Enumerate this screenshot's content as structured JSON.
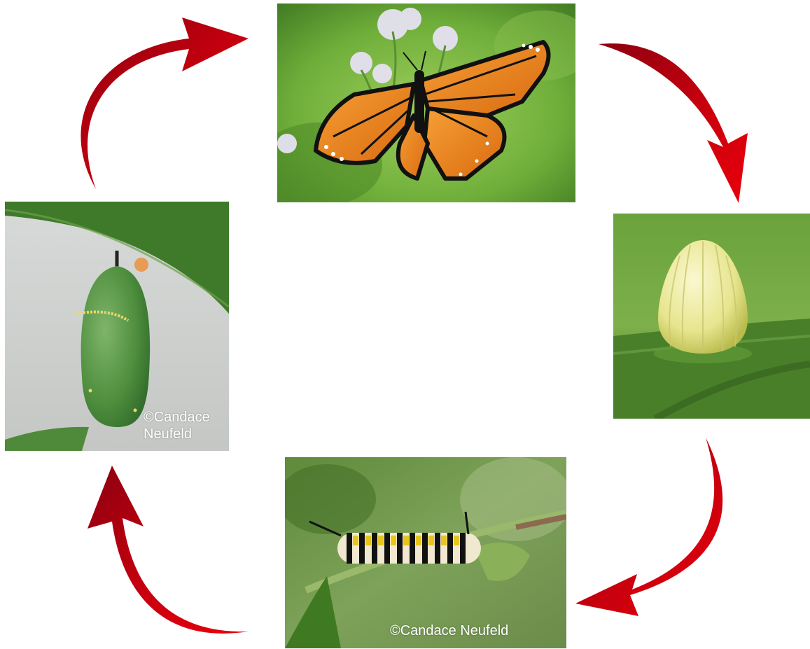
{
  "stages": [
    {
      "id": "adult",
      "icon": "butterfly-photo"
    },
    {
      "id": "egg",
      "icon": "egg-photo"
    },
    {
      "id": "larva",
      "icon": "caterpillar-photo"
    },
    {
      "id": "pupa",
      "icon": "chrysalis-photo"
    }
  ],
  "credits": {
    "chrysalis": "©Candace Neufeld",
    "caterpillar": "©Candace Neufeld"
  },
  "colors": {
    "arrow_light": "#e8000b",
    "arrow_dark": "#8c0010",
    "leaf_green": "#4f8a2a",
    "wing_orange": "#e27a1a"
  }
}
